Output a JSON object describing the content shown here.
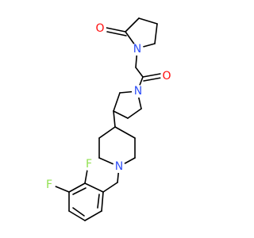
{
  "molecule": {
    "colors": {
      "bond": "#000000",
      "O": "#ff0d0d",
      "N": "#3050f8",
      "F": "#90e050"
    },
    "atoms": [
      {
        "id": "o1",
        "element": "O",
        "label": "O"
      },
      {
        "id": "n1",
        "element": "N",
        "label": "N"
      },
      {
        "id": "o2",
        "element": "O",
        "label": "O"
      },
      {
        "id": "n2",
        "element": "N",
        "label": "N"
      },
      {
        "id": "n3",
        "element": "N",
        "label": "N"
      },
      {
        "id": "f1",
        "element": "F",
        "label": "F"
      },
      {
        "id": "f2",
        "element": "F",
        "label": "F"
      }
    ]
  }
}
